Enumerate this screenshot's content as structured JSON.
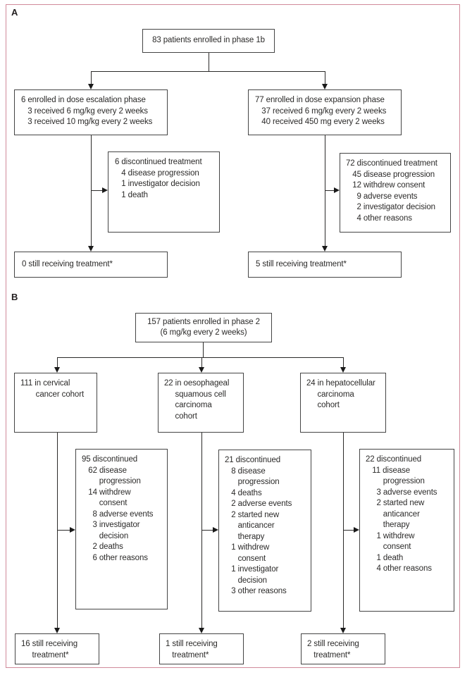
{
  "colors": {
    "frame_border": "#d18a9a",
    "box_border": "#454545",
    "text": "#2b2a29"
  },
  "panel_a": {
    "label": "A",
    "top_box": [
      "83 patients enrolled in phase 1b"
    ],
    "escalation_box": [
      "6 enrolled in dose escalation phase",
      "   3 received 6 mg/kg every 2 weeks",
      "   3 received 10 mg/kg every 2 weeks"
    ],
    "expansion_box": [
      "77 enrolled in dose expansion phase",
      "   37 received 6 mg/kg every 2 weeks",
      "   40 received 450 mg every 2 weeks"
    ],
    "escalation_discontinued_box": [
      "6 discontinued treatment",
      "   4 disease progression",
      "   1 investigator decision",
      "   1 death"
    ],
    "expansion_discontinued_box": [
      "72 discontinued treatment",
      "   45 disease progression",
      "   12 withdrew consent",
      "     9 adverse events",
      "     2 investigator decision",
      "     4 other reasons"
    ],
    "escalation_still_box": [
      "0 still receiving treatment*"
    ],
    "expansion_still_box": [
      "5 still receiving treatment*"
    ]
  },
  "panel_b": {
    "label": "B",
    "top_box": [
      "157 patients enrolled in phase 2",
      "(6 mg/kg every 2 weeks)"
    ],
    "cervical_box": [
      "111 in cervical",
      "       cancer cohort"
    ],
    "oesophageal_box": [
      "22 in oesophageal",
      "     squamous cell",
      "     carcinoma",
      "     cohort"
    ],
    "hepatocellular_box": [
      "24 in hepatocellular",
      "     carcinoma",
      "     cohort"
    ],
    "cervical_discontinued_box": [
      "95 discontinued",
      "   62 disease",
      "        progression",
      "   14 withdrew",
      "        consent",
      "     8 adverse events",
      "     3 investigator",
      "        decision",
      "     2 deaths",
      "     6 other reasons"
    ],
    "oesophageal_discontinued_box": [
      "21 discontinued",
      "   8 disease",
      "      progression",
      "   4 deaths",
      "   2 adverse events",
      "   2 started new",
      "      anticancer",
      "      therapy",
      "   1 withdrew",
      "      consent",
      "   1 investigator",
      "      decision",
      "   3 other reasons"
    ],
    "hepatocellular_discontinued_box": [
      "22 discontinued",
      "   11 disease",
      "        progression",
      "     3 adverse events",
      "     2 started new",
      "        anticancer",
      "        therapy",
      "     1 withdrew",
      "        consent",
      "     1 death",
      "     4 other reasons"
    ],
    "cervical_still_box": [
      "16 still receiving",
      "     treatment*"
    ],
    "oesophageal_still_box": [
      "1 still receiving",
      "   treatment*"
    ],
    "hepatocellular_still_box": [
      "2 still receiving",
      "   treatment*"
    ]
  }
}
